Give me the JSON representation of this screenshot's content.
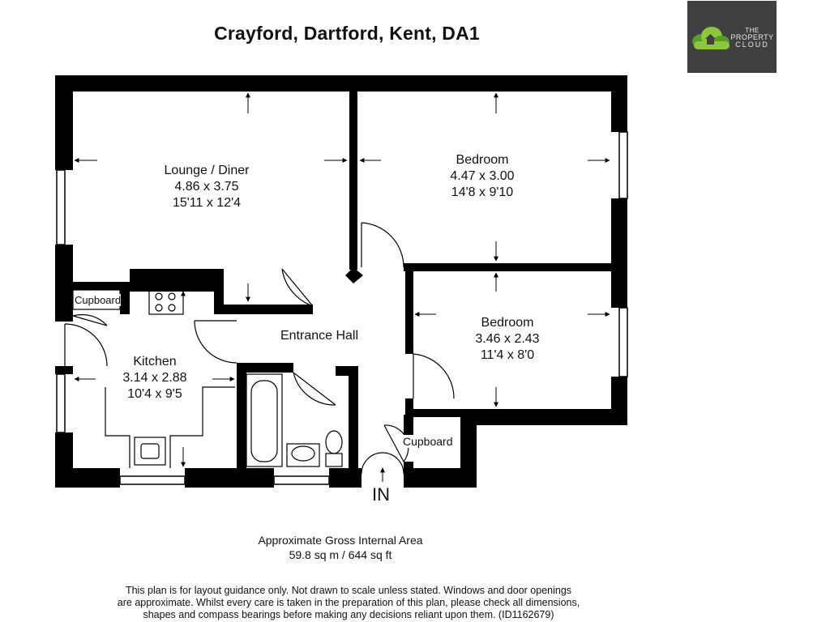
{
  "title": "Crayford, Dartford, Kent, DA1",
  "logo": {
    "line1": "THE",
    "line2": "PROPERTY",
    "line3": "CLOUD"
  },
  "rooms": {
    "lounge": {
      "name": "Lounge / Diner",
      "metric": "4.86 x 3.75",
      "imperial": "15'11 x 12'4"
    },
    "bedroom1": {
      "name": "Bedroom",
      "metric": "4.47 x 3.00",
      "imperial": "14'8 x 9'10"
    },
    "bedroom2": {
      "name": "Bedroom",
      "metric": "3.46 x 2.43",
      "imperial": "11'4 x 8'0"
    },
    "kitchen": {
      "name": "Kitchen",
      "metric": "3.14 x 2.88",
      "imperial": "10'4 x 9'5"
    },
    "hall": {
      "name": "Entrance Hall"
    },
    "cupboard_left": {
      "name": "Cupboard"
    },
    "cupboard_right": {
      "name": "Cupboard"
    }
  },
  "entrance_label": "IN",
  "area": {
    "heading": "Approximate Gross Internal Area",
    "value": "59.8 sq m / 644 sq ft"
  },
  "disclaimer": {
    "line1": "This plan is for layout guidance only. Not drawn to scale unless stated. Windows and door openings",
    "line2": "are approximate. Whilst every care is taken in the preparation of this plan, please check all dimensions,",
    "line3": "shapes and compass bearings before making any decisions reliant upon them. (ID1162679)"
  },
  "colors": {
    "wall": "#000000",
    "logo_bg": "#404040",
    "logo_green": "#8dc63f",
    "logo_green_dark": "#5a9e2a"
  }
}
